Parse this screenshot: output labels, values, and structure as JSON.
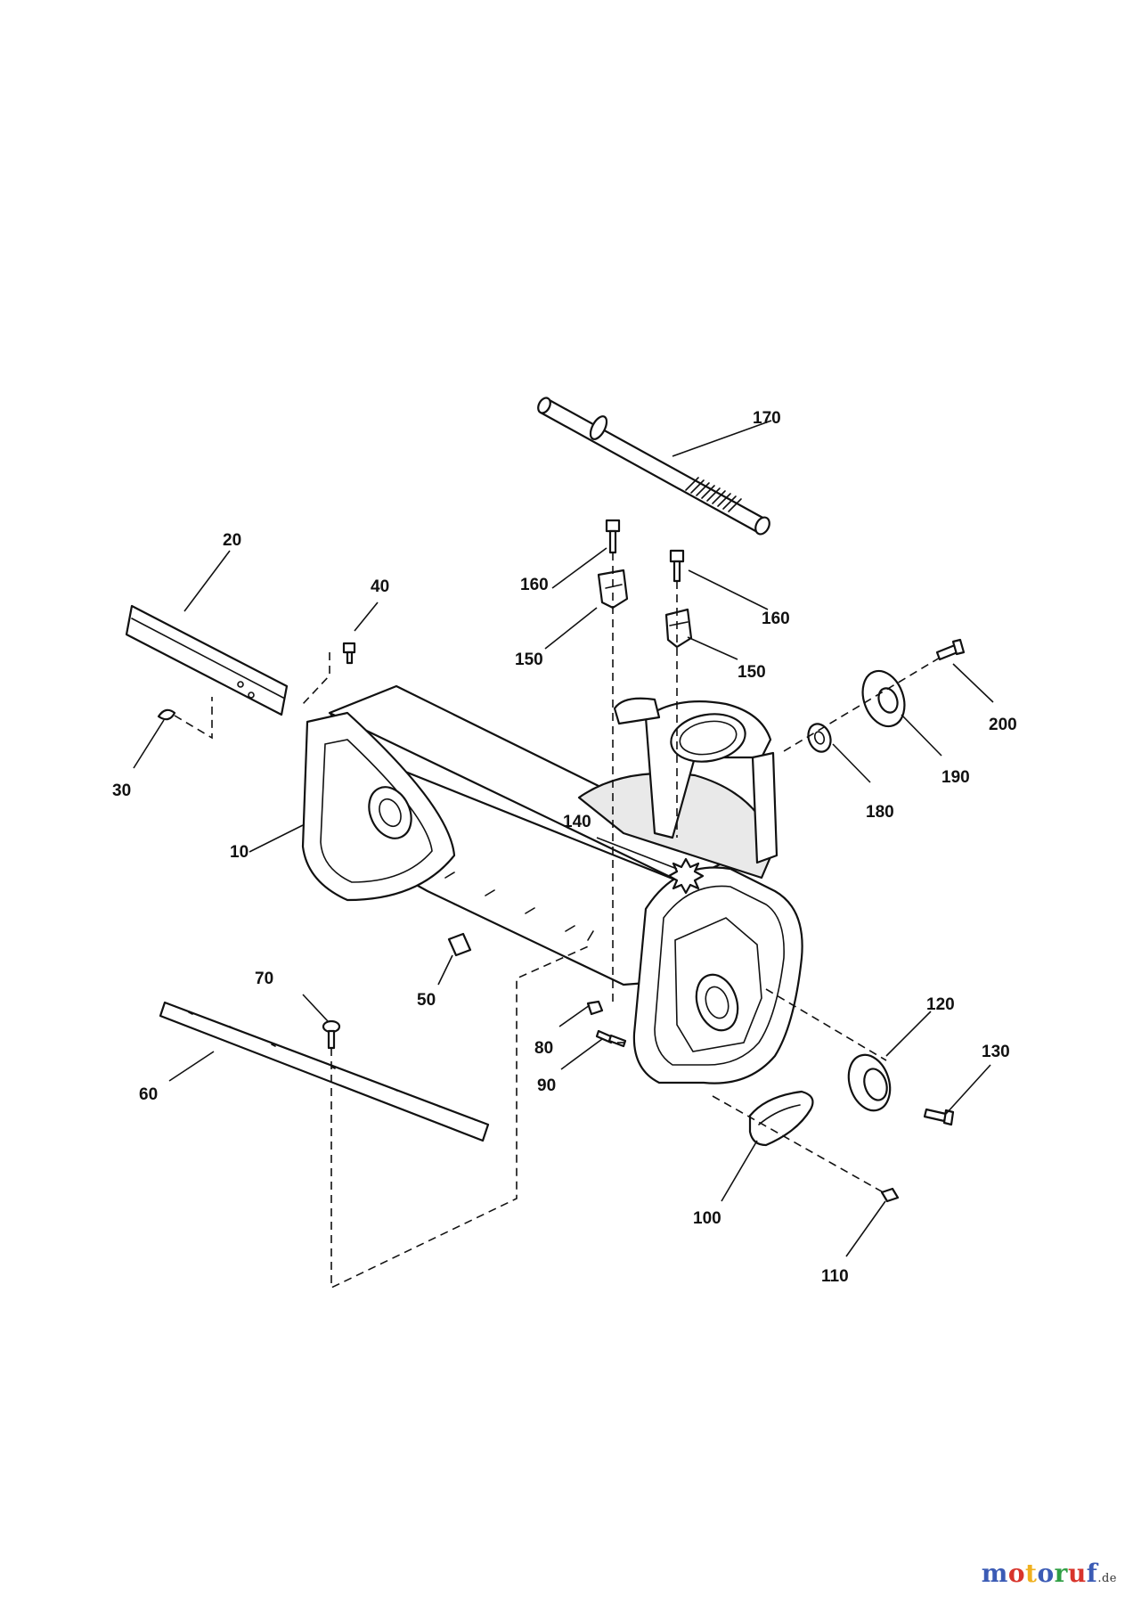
{
  "callouts": {
    "c10": "10",
    "c20": "20",
    "c30": "30",
    "c40": "40",
    "c50": "50",
    "c60": "60",
    "c70": "70",
    "c80": "80",
    "c90": "90",
    "c100": "100",
    "c110": "110",
    "c120": "120",
    "c130": "130",
    "c140": "140",
    "c150a": "150",
    "c150b": "150",
    "c160a": "160",
    "c160b": "160",
    "c170": "170",
    "c180": "180",
    "c190": "190",
    "c200": "200"
  },
  "watermark": {
    "letters": [
      {
        "char": "m",
        "color": "#3b5bb5"
      },
      {
        "char": "o",
        "color": "#d8342b"
      },
      {
        "char": "t",
        "color": "#f0b01e"
      },
      {
        "char": "o",
        "color": "#3b5bb5"
      },
      {
        "char": "r",
        "color": "#2f9e44"
      },
      {
        "char": "u",
        "color": "#d8342b"
      },
      {
        "char": "f",
        "color": "#3b5bb5"
      }
    ],
    "suffix": ".de"
  }
}
